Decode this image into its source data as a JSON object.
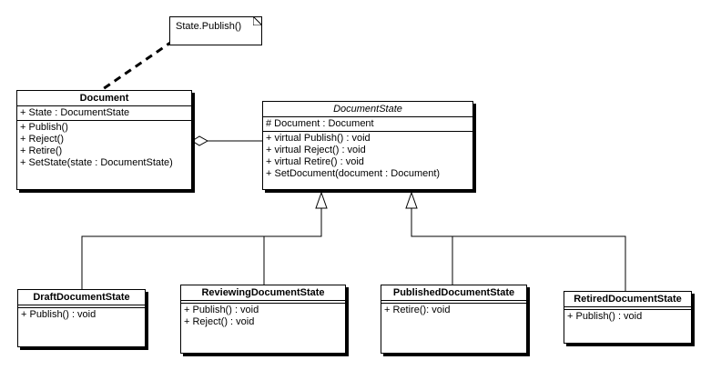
{
  "note": {
    "text": "State.Publish()"
  },
  "classes": {
    "document": {
      "name": "Document",
      "attributes": [
        "+ State : DocumentState"
      ],
      "operations": [
        "+ Publish()",
        "+ Reject()",
        "+ Retire()",
        "+ SetState(state : DocumentState)"
      ]
    },
    "document_state": {
      "name": "DocumentState",
      "attributes": [
        "# Document : Document"
      ],
      "operations": [
        "+ virtual Publish() : void",
        "+ virtual Reject() : void",
        "+ virtual Retire() : void",
        "+ SetDocument(document : Document)"
      ]
    },
    "draft": {
      "name": "DraftDocumentState",
      "operations": [
        "+ Publish() : void"
      ]
    },
    "reviewing": {
      "name": "ReviewingDocumentState",
      "operations": [
        "+ Publish() : void",
        "+ Reject() : void"
      ]
    },
    "published": {
      "name": "PublishedDocumentState",
      "operations": [
        "+ Retire(): void"
      ]
    },
    "retired": {
      "name": "RetiredDocumentState",
      "operations": [
        "+ Publish() : void"
      ]
    }
  }
}
